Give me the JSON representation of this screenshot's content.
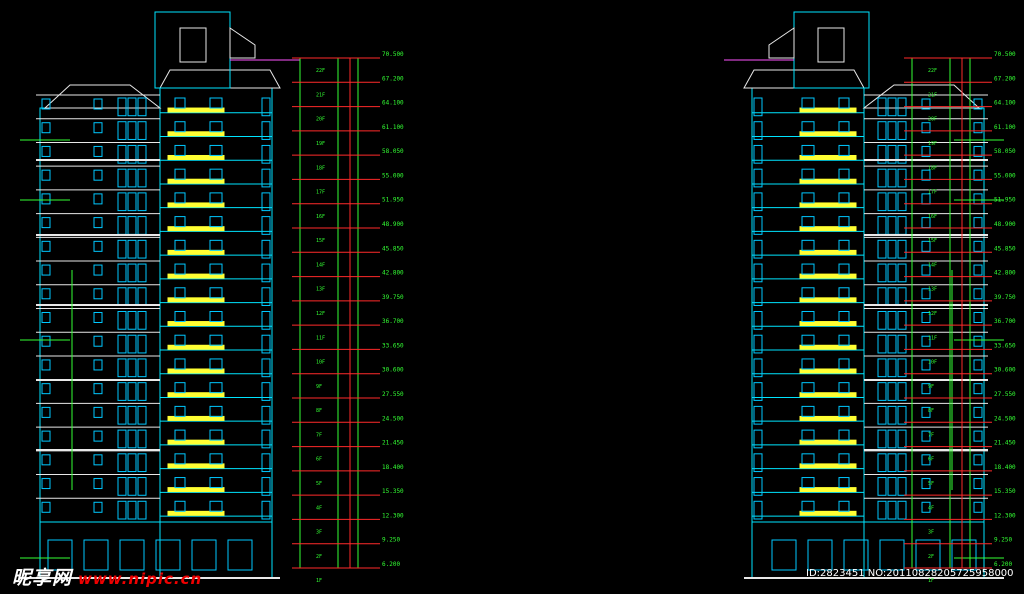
{
  "colors": {
    "background": "#000000",
    "outline": "#00e5ff",
    "window": "#00c8ff",
    "balcony": "#ffff33",
    "dim_red": "#ff2a2a",
    "dim_green": "#33ff33",
    "roof": "#e8e8e8",
    "magenta": "#ff55ff"
  },
  "floors": 18,
  "left_elevation": {
    "levels": [
      "70.500",
      "67.200",
      "64.100",
      "61.100",
      "58.050",
      "55.000",
      "51.950",
      "48.900",
      "45.850",
      "42.800",
      "39.750",
      "36.700",
      "33.650",
      "30.600",
      "27.550",
      "24.500",
      "21.450",
      "18.400",
      "15.350",
      "12.300",
      "9.250",
      "6.200"
    ],
    "floor_tags": [
      "22F",
      "21F",
      "20F",
      "19F",
      "18F",
      "17F",
      "16F",
      "15F",
      "14F",
      "13F",
      "12F",
      "11F",
      "10F",
      "9F",
      "8F",
      "7F",
      "6F",
      "5F",
      "4F",
      "3F",
      "2F",
      "1F"
    ]
  },
  "right_elevation": {
    "levels": [
      "70.500",
      "67.200",
      "64.100",
      "61.100",
      "58.050",
      "55.000",
      "51.950",
      "48.900",
      "45.850",
      "42.800",
      "39.750",
      "36.700",
      "33.650",
      "30.600",
      "27.550",
      "24.500",
      "21.450",
      "18.400",
      "15.350",
      "12.300",
      "9.250",
      "6.200"
    ],
    "floor_tags": [
      "22F",
      "21F",
      "20F",
      "19F",
      "18F",
      "17F",
      "16F",
      "15F",
      "14F",
      "13F",
      "12F",
      "11F",
      "10F",
      "9F",
      "8F",
      "7F",
      "6F",
      "5F",
      "4F",
      "3F",
      "2F",
      "1F"
    ]
  },
  "watermark": {
    "brand": "昵享网",
    "url": "www.nipic.cn"
  },
  "image_id": "ID:2823451 NO:20110828205725958000"
}
